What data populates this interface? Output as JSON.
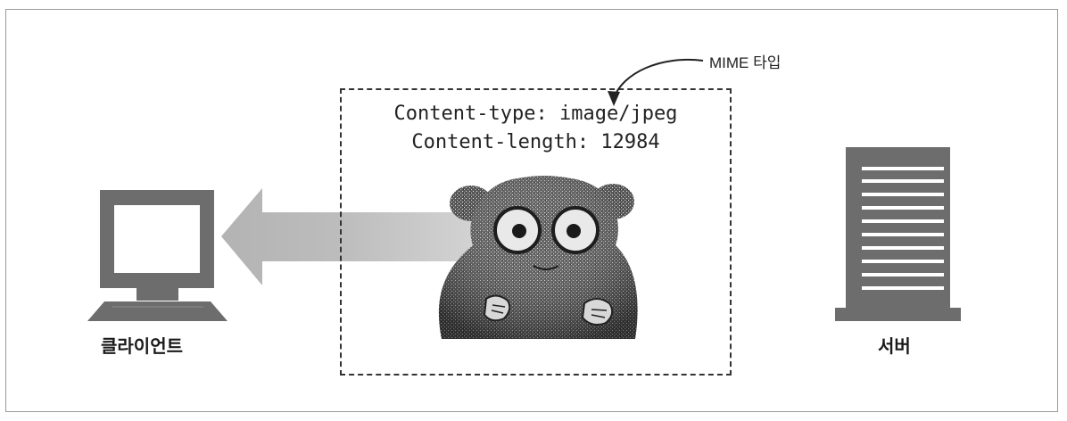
{
  "callout": {
    "label": "MIME 타입"
  },
  "payload": {
    "header_line_1": "Content-type: image/jpeg",
    "header_line_2": "Content-length: 12984"
  },
  "client": {
    "label": "클라이언트"
  },
  "server": {
    "label": "서버"
  },
  "colors": {
    "device": "#6d6d6d",
    "arrow": "#b9b9b9",
    "frame_border": "#9a9a9a",
    "dashed_border": "#333333"
  },
  "icons": {
    "client": "computer-monitor-icon",
    "server": "server-tower-icon",
    "image": "tarsier-image-icon"
  }
}
